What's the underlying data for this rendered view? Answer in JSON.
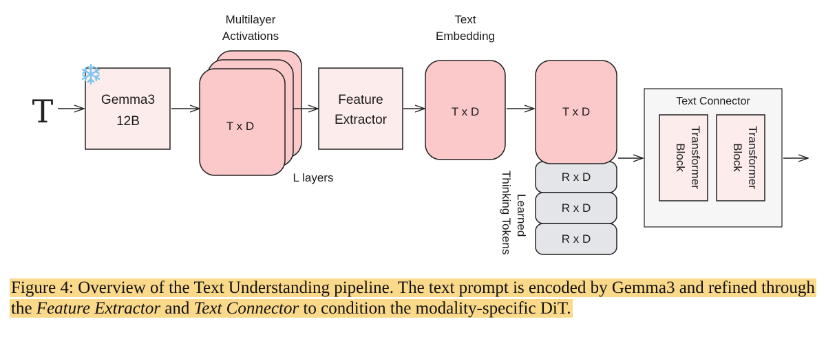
{
  "diagram": {
    "input_glyph": "T",
    "llm": {
      "line1": "Gemma3",
      "line2": "12B"
    },
    "activations": {
      "title_line1": "Multilayer",
      "title_line2": "Activations",
      "label": "T x D",
      "layers_label": "L layers"
    },
    "feature_extractor": {
      "line1": "Feature",
      "line2": "Extractor"
    },
    "embedding": {
      "title_line1": "Text",
      "title_line2": "Embedding",
      "label": "T x D"
    },
    "thinking": {
      "main_label": "T x D",
      "token_labels": [
        "R x D",
        "R x D",
        "R x D"
      ],
      "side_line1": "Learned",
      "side_line2": "Thinking Tokens"
    },
    "connector": {
      "title": "Text Connector",
      "block_line1": "Transformer",
      "block_line2": "Block"
    },
    "colors": {
      "pink": "#fbc9c9",
      "light_pink": "#fdecec",
      "gray_token": "#e4e5e9",
      "stroke": "#222222",
      "highlight": "#fbd98a"
    },
    "icons": [
      "snowflake-icon",
      "arrow-right-icon"
    ]
  },
  "caption": {
    "part1": "Figure 4: Overview of the Text Understanding pipeline. The text prompt is encoded by Gemma3 and refined through the ",
    "em1": "Feature Extractor",
    "part2": " and ",
    "em2": "Text Connector",
    "part3": " to condition the modality-specific DiT."
  }
}
